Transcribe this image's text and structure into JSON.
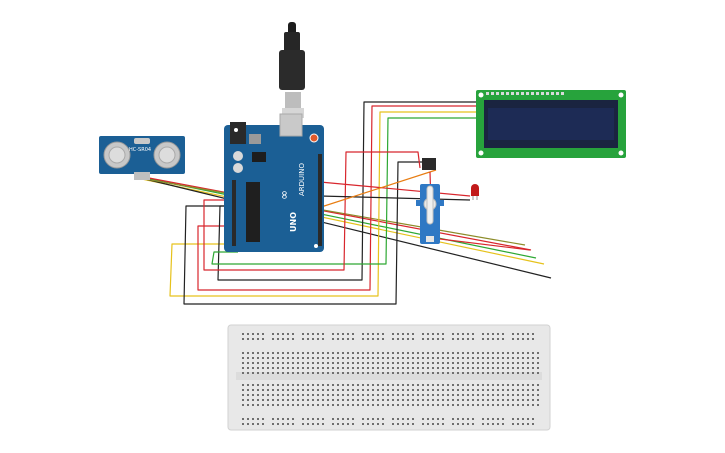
{
  "components": {
    "ultrasonic": {
      "label": "HC-SR04"
    },
    "arduino": {
      "brand": "ARDUINO",
      "model": "UNO",
      "logo": "∞"
    },
    "lcd": {
      "rows": 2,
      "cols": 16
    },
    "servo": {},
    "led": {
      "color": "#c21a1a"
    },
    "breadboard": {}
  },
  "colors": {
    "board_blue": "#1b5f95",
    "lcd_green": "#27a33c",
    "lcd_screen": "#1d2b55",
    "wire_red": "#d8262d",
    "wire_black": "#222222",
    "wire_yellow": "#e6c21c",
    "wire_green": "#2da833",
    "wire_orange": "#e87d12",
    "breadboard": "#e8e8e8"
  }
}
